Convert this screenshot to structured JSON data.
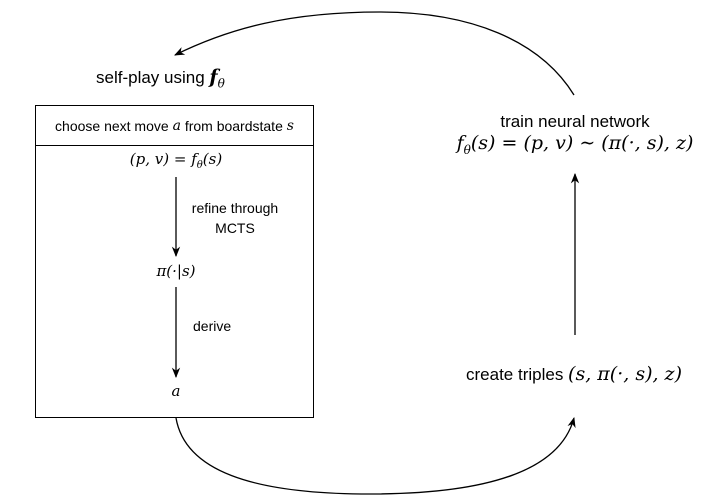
{
  "selfplay": {
    "label": "self-play using ",
    "f": "f",
    "theta": "θ"
  },
  "box": {
    "header_prefix": "choose next move ",
    "header_a": "a",
    "header_mid": " from boardstate ",
    "header_s": "s",
    "pv_expr": "(p, v) = f",
    "pv_theta": "θ",
    "pv_arg": "(s)",
    "refine_line1": "refine through",
    "refine_line2": "MCTS",
    "pi_expr": "π(·|s)",
    "derive": "derive",
    "a_result": "a"
  },
  "train": {
    "title": "train neural network",
    "formula_f": "f",
    "formula_theta": "θ",
    "formula_rest": "(s) = (p, v) ∼ (π(·, s), z)"
  },
  "triples": {
    "label": "create triples ",
    "formula": "(s, π(·, s), z)"
  }
}
